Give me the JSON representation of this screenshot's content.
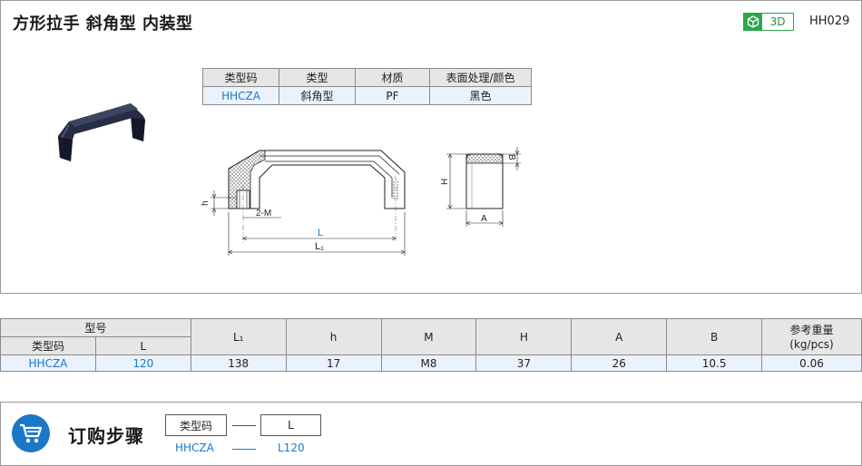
{
  "header": {
    "title": "方形拉手 斜角型 内装型",
    "badge": "3D",
    "code": "HH029"
  },
  "spec_table": {
    "headers": [
      "类型码",
      "类型",
      "材质",
      "表面处理/颜色"
    ],
    "row": [
      "HHCZA",
      "斜角型",
      "PF",
      "黑色"
    ]
  },
  "drawing": {
    "h": "h",
    "thread": "2-M",
    "L": "L",
    "L1": "L₁",
    "H": "H",
    "B": "B",
    "A": "A"
  },
  "dim_table": {
    "group_header": "型号",
    "sub_headers": [
      "类型码",
      "L"
    ],
    "headers": [
      "L₁",
      "h",
      "M",
      "H",
      "A",
      "B"
    ],
    "weight_header_1": "参考重量",
    "weight_header_2": "(kg/pcs)",
    "row": [
      "HHCZA",
      "120",
      "138",
      "17",
      "M8",
      "37",
      "26",
      "10.5",
      "0.06"
    ]
  },
  "order": {
    "title": "订购步骤",
    "box1": "类型码",
    "box2": "L",
    "value1": "HHCZA",
    "value2": "L120"
  },
  "colors": {
    "accent_blue": "#1b78c8",
    "badge_green": "#2aa84a",
    "header_gray": "#e6e6e6",
    "cell_blue": "#eaf3fb"
  }
}
